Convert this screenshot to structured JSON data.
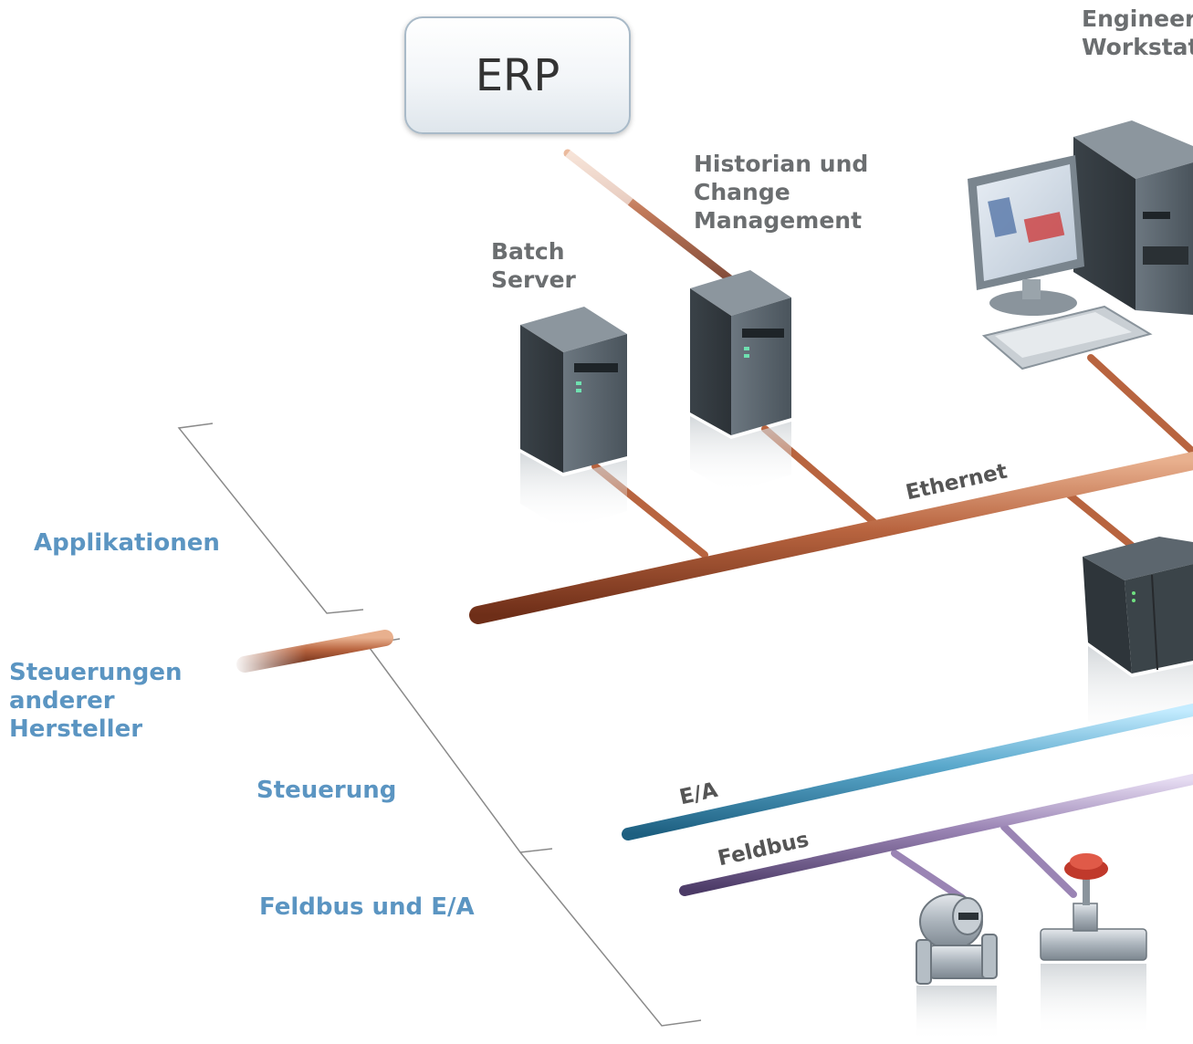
{
  "erp": {
    "label": "ERP"
  },
  "devices": {
    "engineering_workstation": {
      "line1": "Engineer",
      "line2": "Workstat"
    },
    "historian": {
      "line1": "Historian und",
      "line2": "Change",
      "line3": "Management"
    },
    "batch_server": {
      "line1": "Batch",
      "line2": "Server"
    }
  },
  "networks": {
    "ethernet": "Ethernet",
    "io": "E/A",
    "fieldbus": "Feldbus"
  },
  "layers": {
    "applications": "Applikationen",
    "third_party": {
      "line1": "Steuerungen",
      "line2": "anderer",
      "line3": "Hersteller"
    },
    "control": "Steuerung",
    "fieldbus_io": "Feldbus und E/A"
  },
  "colors": {
    "ethernet_pipe": "#b8643f",
    "io_pipe": "#5aa8cc",
    "fieldbus_pipe": "#9a84b4",
    "layer_label": "#5b95c2",
    "device_label": "#6b6e70"
  }
}
